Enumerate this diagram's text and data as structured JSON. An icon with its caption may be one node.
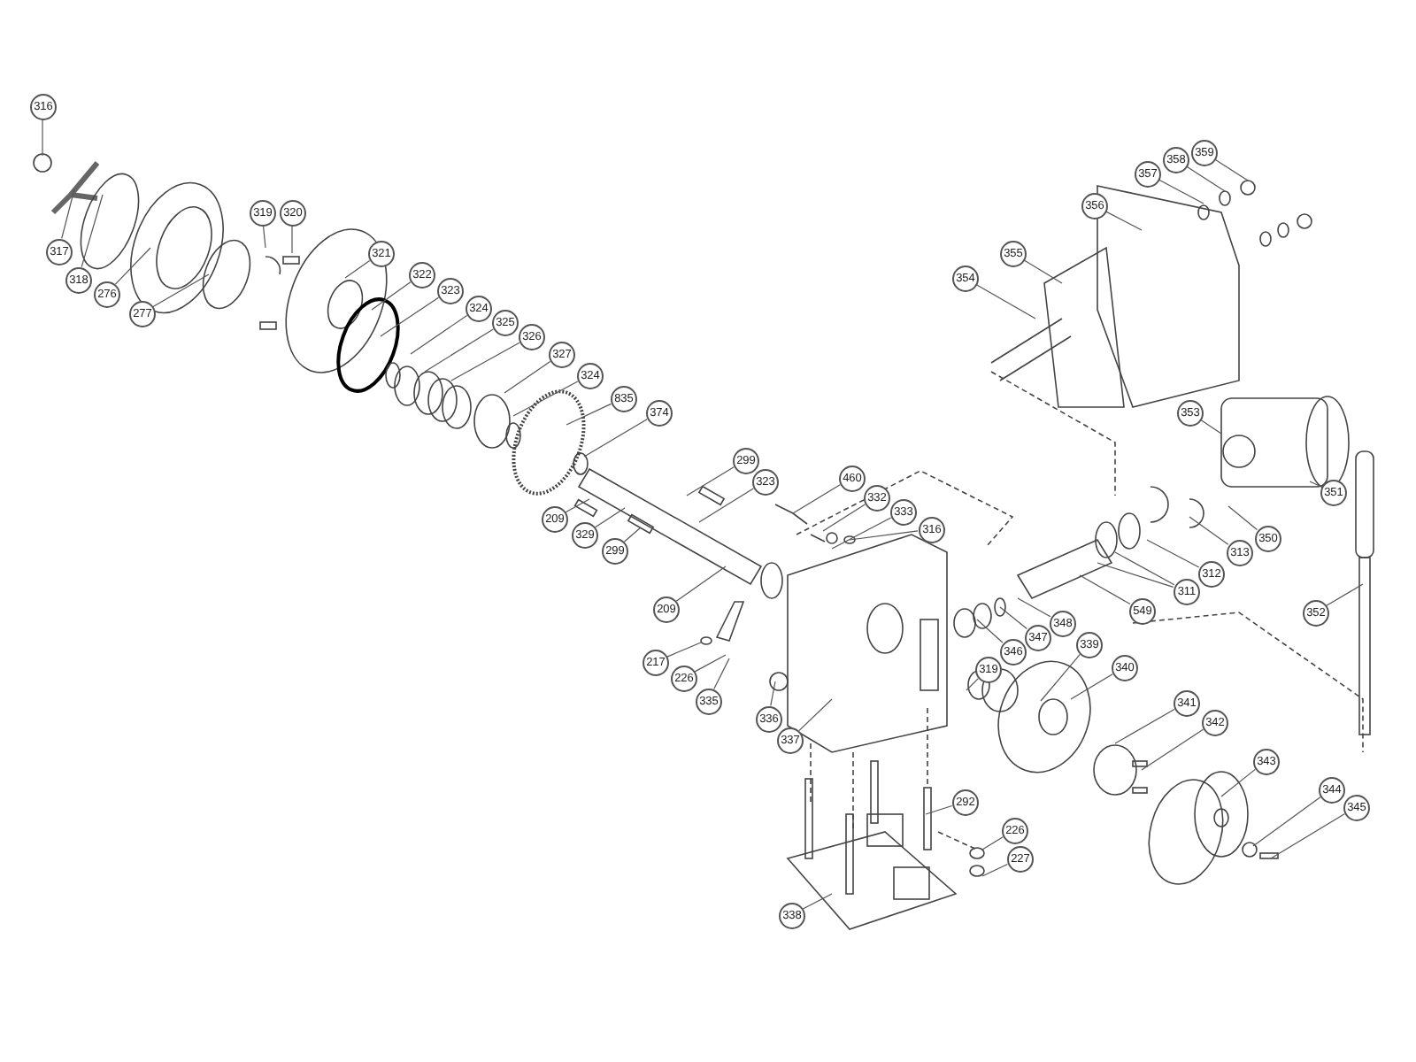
{
  "diagram": {
    "nodes": [
      {
        "text": [
          "316"
        ]
      },
      {
        "text": [
          "317"
        ]
      },
      {
        "text": [
          "318"
        ]
      },
      {
        "text": [
          "276"
        ]
      },
      {
        "text": [
          "277"
        ]
      },
      {
        "text": [
          "319"
        ]
      },
      {
        "text": [
          "320"
        ]
      },
      {
        "text": [
          "321"
        ]
      },
      {
        "text": [
          "322"
        ]
      },
      {
        "text": [
          "323"
        ]
      },
      {
        "text": [
          "324"
        ]
      },
      {
        "text": [
          "325"
        ]
      },
      {
        "text": [
          "326"
        ]
      },
      {
        "text": [
          "327"
        ]
      },
      {
        "text": [
          "324"
        ]
      },
      {
        "text": [
          "835"
        ]
      },
      {
        "text": [
          "374"
        ]
      },
      {
        "text": [
          "209"
        ]
      },
      {
        "text": [
          "329"
        ]
      },
      {
        "text": [
          "299"
        ]
      },
      {
        "text": [
          "299"
        ]
      },
      {
        "text": [
          "323"
        ]
      },
      {
        "text": [
          "460"
        ]
      },
      {
        "text": [
          "332"
        ]
      },
      {
        "text": [
          "333"
        ]
      },
      {
        "text": [
          "316"
        ]
      },
      {
        "text": [
          "209"
        ]
      },
      {
        "text": [
          "217"
        ]
      },
      {
        "text": [
          "226"
        ]
      },
      {
        "text": [
          "335"
        ]
      },
      {
        "text": [
          "336"
        ]
      },
      {
        "text": [
          "337"
        ]
      },
      {
        "text": [
          "338"
        ]
      },
      {
        "text": [
          "292"
        ]
      },
      {
        "text": [
          "226"
        ]
      },
      {
        "text": [
          "227"
        ]
      },
      {
        "text": [
          "354"
        ]
      },
      {
        "text": [
          "355"
        ]
      },
      {
        "text": [
          "356"
        ]
      },
      {
        "text": [
          "357"
        ]
      },
      {
        "text": [
          "358"
        ]
      },
      {
        "text": [
          "359"
        ]
      },
      {
        "text": [
          "353"
        ]
      },
      {
        "text": [
          "351"
        ]
      },
      {
        "text": [
          "350"
        ]
      },
      {
        "text": [
          "313"
        ]
      },
      {
        "text": [
          "312"
        ]
      },
      {
        "text": [
          "311"
        ]
      },
      {
        "text": [
          "549"
        ]
      },
      {
        "text": [
          "352"
        ]
      },
      {
        "text": [
          "348"
        ]
      },
      {
        "text": [
          "347"
        ]
      },
      {
        "text": [
          "346"
        ]
      },
      {
        "text": [
          "339"
        ]
      },
      {
        "text": [
          "319"
        ]
      },
      {
        "text": [
          "340"
        ]
      },
      {
        "text": [
          "341"
        ]
      },
      {
        "text": [
          "342"
        ]
      },
      {
        "text": [
          "343"
        ]
      },
      {
        "text": [
          "344"
        ]
      },
      {
        "text": [
          "345"
        ]
      }
    ],
    "edges": [
      {
        "from": 0,
        "to": null,
        "arrow": "none"
      },
      {
        "from": 1,
        "to": null,
        "arrow": "none"
      },
      {
        "from": 2,
        "to": null,
        "arrow": "none"
      },
      {
        "from": 3,
        "to": null,
        "arrow": "none"
      },
      {
        "from": 4,
        "to": null,
        "arrow": "none"
      },
      {
        "from": 5,
        "to": null,
        "arrow": "none"
      },
      {
        "from": 6,
        "to": null,
        "arrow": "none"
      },
      {
        "from": 7,
        "to": null,
        "arrow": "none"
      },
      {
        "from": 8,
        "to": null,
        "arrow": "none"
      },
      {
        "from": 9,
        "to": null,
        "arrow": "none"
      },
      {
        "from": 10,
        "to": null,
        "arrow": "none"
      },
      {
        "from": 11,
        "to": null,
        "arrow": "none"
      },
      {
        "from": 12,
        "to": null,
        "arrow": "none"
      },
      {
        "from": 13,
        "to": null,
        "arrow": "none"
      },
      {
        "from": 14,
        "to": null,
        "arrow": "none"
      },
      {
        "from": 15,
        "to": null,
        "arrow": "none"
      },
      {
        "from": 16,
        "to": null,
        "arrow": "none"
      },
      {
        "from": 17,
        "to": null,
        "arrow": "none"
      },
      {
        "from": 18,
        "to": null,
        "arrow": "none"
      },
      {
        "from": 19,
        "to": null,
        "arrow": "none"
      },
      {
        "from": 20,
        "to": null,
        "arrow": "none"
      },
      {
        "from": 21,
        "to": null,
        "arrow": "none"
      },
      {
        "from": 22,
        "to": null,
        "arrow": "none"
      },
      {
        "from": 23,
        "to": null,
        "arrow": "none"
      },
      {
        "from": 24,
        "to": null,
        "arrow": "none"
      },
      {
        "from": 25,
        "to": null,
        "arrow": "none"
      },
      {
        "from": 26,
        "to": null,
        "arrow": "none"
      },
      {
        "from": 27,
        "to": null,
        "arrow": "none"
      },
      {
        "from": 28,
        "to": null,
        "arrow": "none"
      },
      {
        "from": 29,
        "to": null,
        "arrow": "none"
      },
      {
        "from": 30,
        "to": null,
        "arrow": "none"
      },
      {
        "from": 31,
        "to": null,
        "arrow": "none"
      },
      {
        "from": 32,
        "to": null,
        "arrow": "none"
      },
      {
        "from": 33,
        "to": null,
        "arrow": "none"
      },
      {
        "from": 34,
        "to": null,
        "arrow": "none"
      },
      {
        "from": 35,
        "to": null,
        "arrow": "none"
      },
      {
        "from": 36,
        "to": null,
        "arrow": "none"
      },
      {
        "from": 37,
        "to": null,
        "arrow": "none"
      },
      {
        "from": 38,
        "to": null,
        "arrow": "none"
      },
      {
        "from": 39,
        "to": null,
        "arrow": "none"
      },
      {
        "from": 40,
        "to": null,
        "arrow": "none"
      },
      {
        "from": 41,
        "to": null,
        "arrow": "none"
      },
      {
        "from": 42,
        "to": null,
        "arrow": "none"
      },
      {
        "from": 43,
        "to": null,
        "arrow": "none"
      },
      {
        "from": 44,
        "to": null,
        "arrow": "none"
      },
      {
        "from": 45,
        "to": null,
        "arrow": "none"
      },
      {
        "from": 46,
        "to": null,
        "arrow": "none"
      },
      {
        "from": 47,
        "to": null,
        "arrow": "none"
      },
      {
        "from": 47,
        "to": null,
        "arrow": "none"
      },
      {
        "from": 48,
        "to": null,
        "arrow": "none"
      },
      {
        "from": 49,
        "to": null,
        "arrow": "none"
      },
      {
        "from": 50,
        "to": null,
        "arrow": "none"
      },
      {
        "from": 51,
        "to": null,
        "arrow": "none"
      },
      {
        "from": 52,
        "to": null,
        "arrow": "none"
      },
      {
        "from": 53,
        "to": null,
        "arrow": "none"
      },
      {
        "from": 54,
        "to": null,
        "arrow": "none"
      },
      {
        "from": 55,
        "to": null,
        "arrow": "none"
      },
      {
        "from": 56,
        "to": null,
        "arrow": "none"
      },
      {
        "from": 57,
        "to": null,
        "arrow": "none"
      },
      {
        "from": 58,
        "to": null,
        "arrow": "none"
      },
      {
        "from": 59,
        "to": null,
        "arrow": "none"
      },
      {
        "from": 60,
        "to": null,
        "arrow": "none"
      }
    ]
  }
}
